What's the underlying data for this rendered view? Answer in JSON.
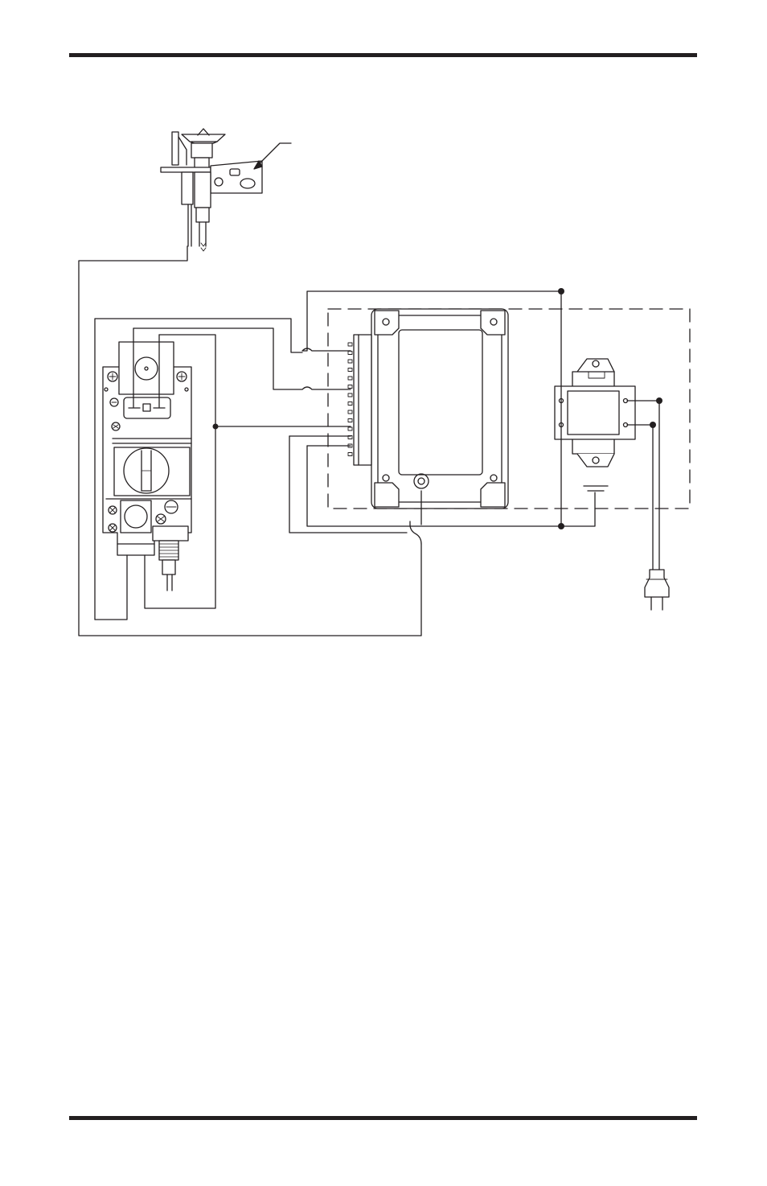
{
  "diagram": {
    "components": [
      {
        "name": "pilot-assembly",
        "icon": "pilot-burner-icon"
      },
      {
        "name": "gas-control-valve",
        "icon": "gas-valve-icon"
      },
      {
        "name": "ignition-control-module",
        "icon": "control-module-icon"
      },
      {
        "name": "transformer",
        "icon": "transformer-icon"
      },
      {
        "name": "power-plug",
        "icon": "power-plug-icon"
      }
    ],
    "colors": {
      "ink": "#231f20",
      "background": "#ffffff"
    }
  }
}
